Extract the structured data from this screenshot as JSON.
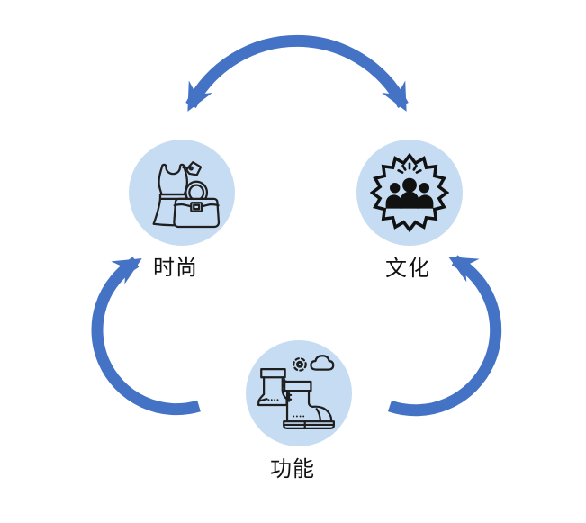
{
  "diagram": {
    "type": "cycle",
    "nodes": [
      {
        "id": "fashion",
        "label": "时尚",
        "icon": "dress-handbag-icon"
      },
      {
        "id": "culture",
        "label": "文化",
        "icon": "community-badge-icon"
      },
      {
        "id": "function",
        "label": "功能",
        "icon": "rain-boots-icon"
      }
    ],
    "arrows": [
      {
        "id": "top",
        "between": [
          "fashion",
          "culture"
        ],
        "heads": "both"
      },
      {
        "id": "left",
        "from": "function",
        "to": "fashion",
        "heads": "end"
      },
      {
        "id": "right",
        "from": "function",
        "to": "culture",
        "heads": "end"
      }
    ]
  },
  "colors": {
    "accent": "#4472C4",
    "node_fill": "#C6DCF2",
    "icon_stroke": "#1F1F1F",
    "icon_fill": "#111111",
    "label_color": "#111111",
    "background": "#FFFFFF"
  }
}
